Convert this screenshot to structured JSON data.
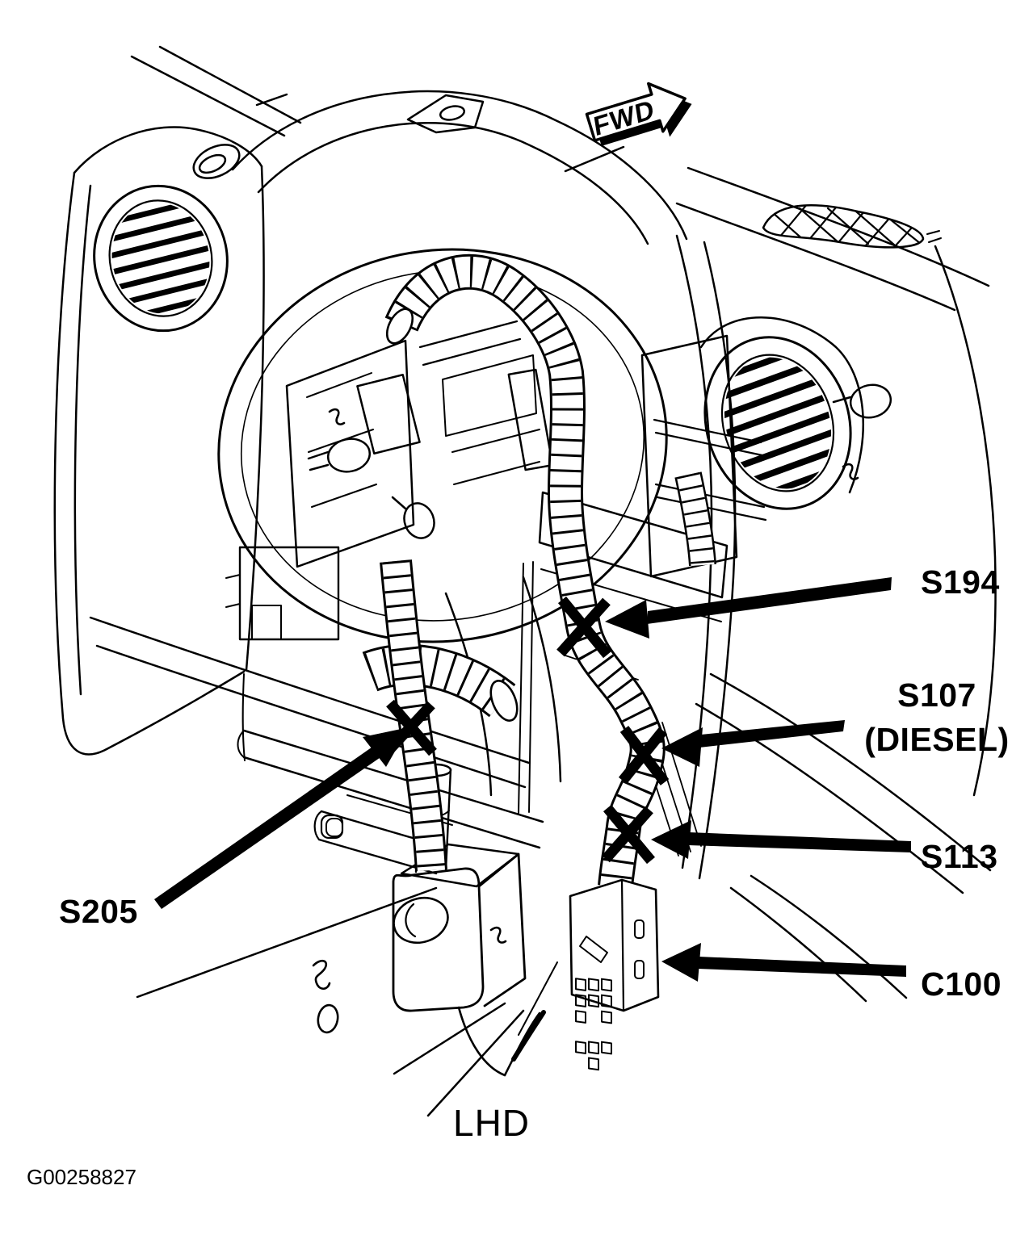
{
  "figure": {
    "id": "G00258827",
    "caption": "LHD",
    "fwd_label": "FWD",
    "description": "Instrument panel harness splice and connector locations, left-hand drive"
  },
  "callouts": {
    "s194": {
      "label": "S194"
    },
    "s107": {
      "label": "S107",
      "qualifier": "(DIESEL)"
    },
    "s113": {
      "label": "S113"
    },
    "s205": {
      "label": "S205"
    },
    "c100": {
      "label": "C100"
    }
  },
  "colors": {
    "line": "#000000",
    "background": "#ffffff"
  }
}
